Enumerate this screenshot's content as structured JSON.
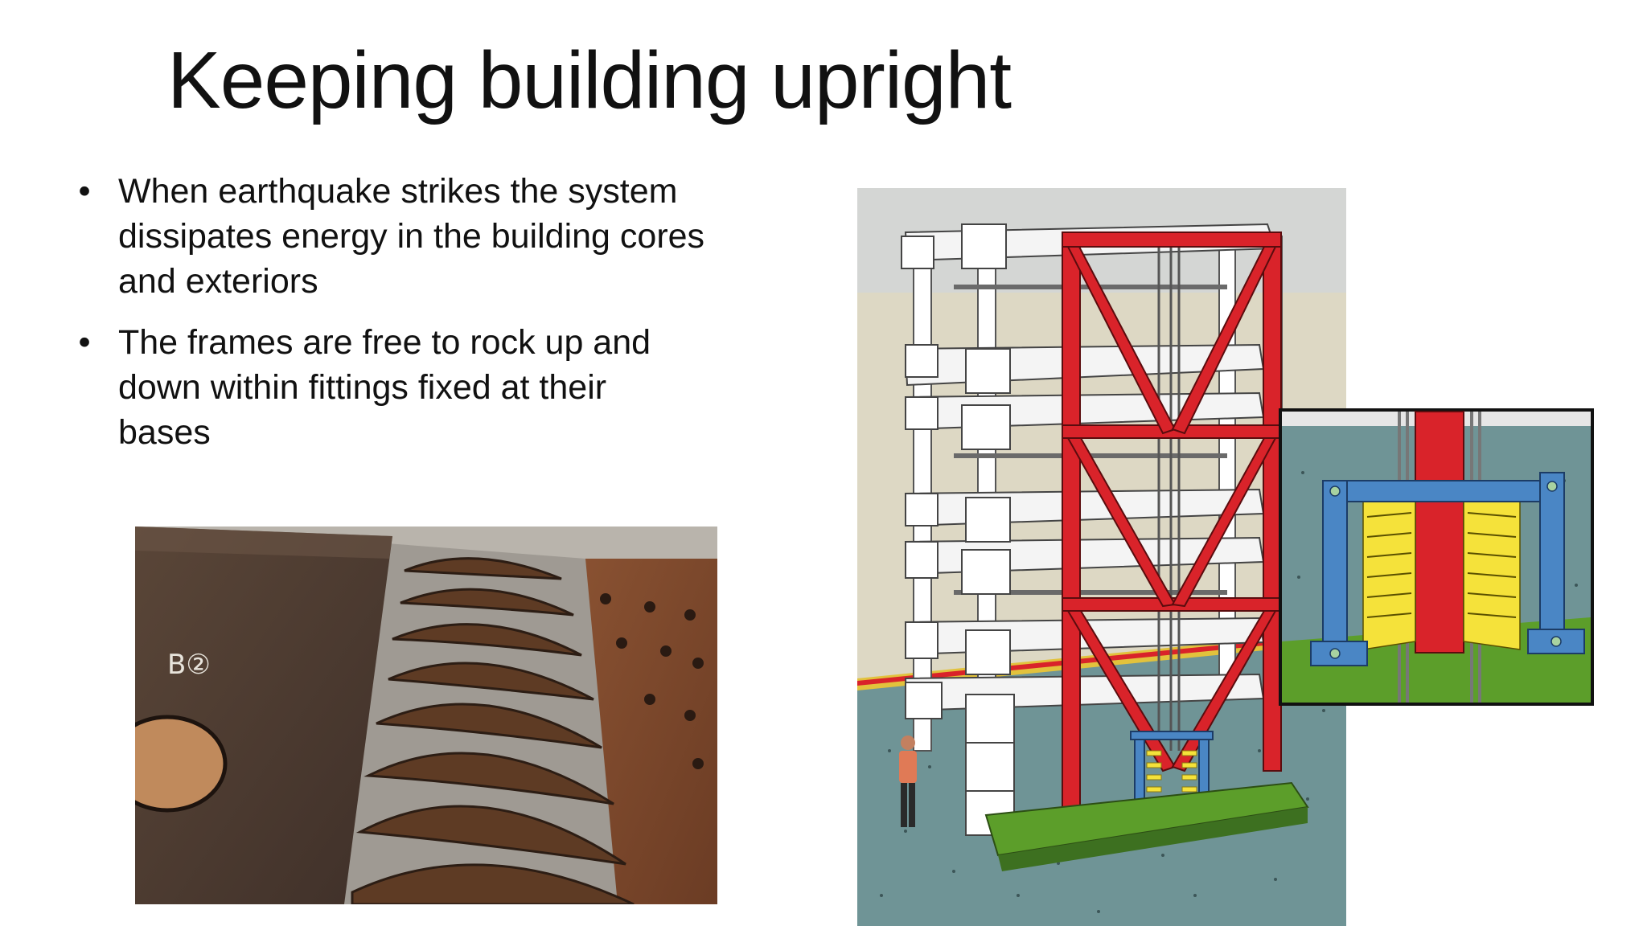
{
  "slide": {
    "title": "Keeping building upright",
    "bullets": [
      {
        "marker": "•",
        "lines": [
          "When earthquake strikes the system",
          "dissipates energy in the building cores",
          "and exteriors"
        ]
      },
      {
        "marker": "•",
        "lines": [
          "The frames are free to rock up and",
          "down within fittings fixed at their",
          "bases"
        ]
      }
    ]
  },
  "photo": {
    "plate_mark": "B②"
  },
  "colors": {
    "frame_red": "#d9232a",
    "fitting_blue": "#4a86c5",
    "fuse_yellow": "#f5e23a",
    "base_green": "#5c9e2a",
    "floor_teal": "#6f9496",
    "wall_beige": "#ddd8c4"
  }
}
